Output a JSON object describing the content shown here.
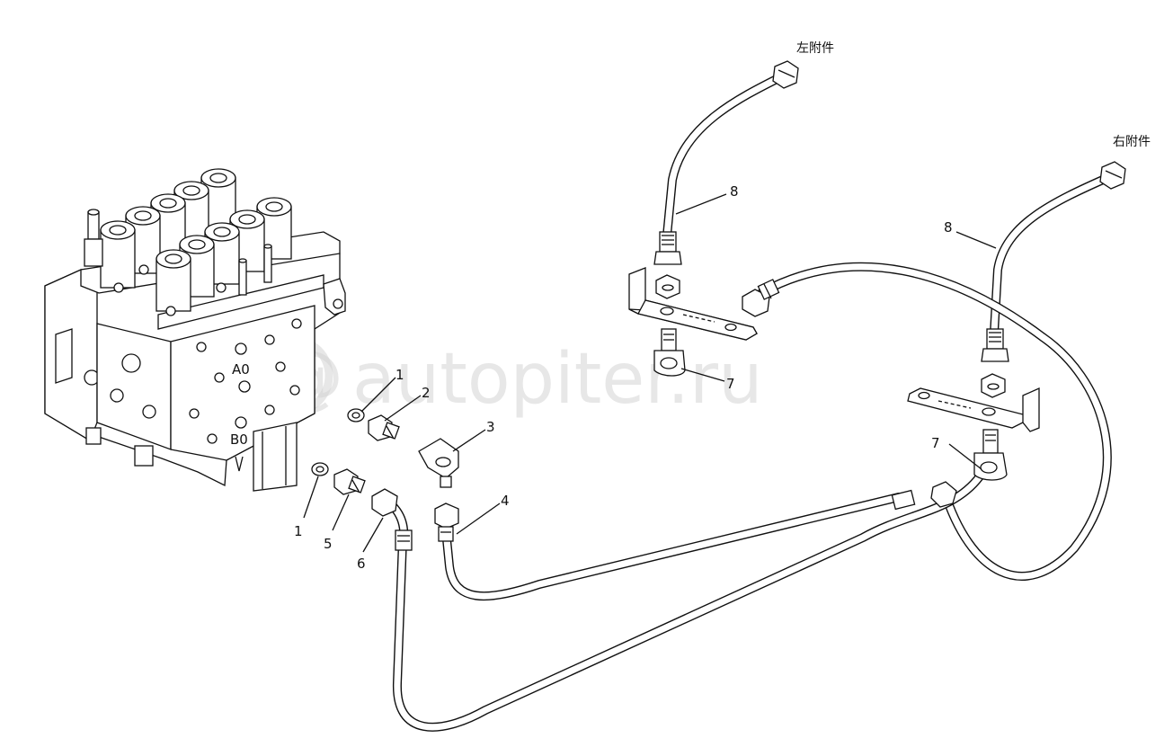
{
  "diagram": {
    "callouts": {
      "c1a": "1",
      "c1b": "1",
      "c2": "2",
      "c3": "3",
      "c4": "4",
      "c5": "5",
      "c6": "6",
      "c7a": "7",
      "c7b": "7",
      "c8a": "8",
      "c8b": "8"
    },
    "ports": {
      "a0": "A0",
      "b0": "B0"
    },
    "destinations": {
      "left": "左附件",
      "right": "右附件"
    },
    "watermark": "autopiter.ru"
  }
}
